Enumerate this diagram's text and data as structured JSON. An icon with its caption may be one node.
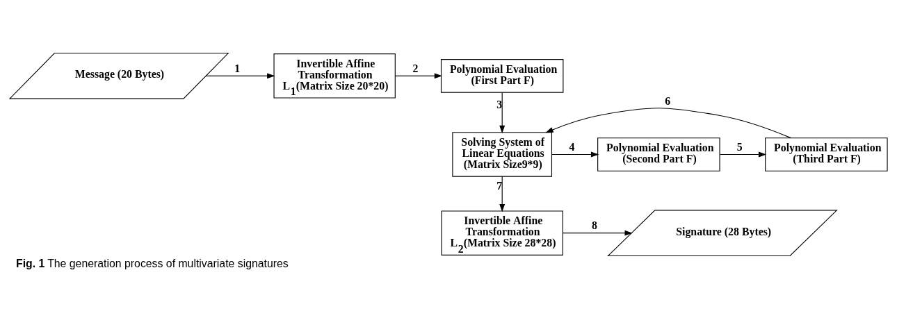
{
  "diagram": {
    "caption": "**Fig. 1** The generation process of multivariate signatures",
    "nodes": [
      {
        "text": [
          "Message (20 Bytes)"
        ]
      },
      {
        "text": [
          "Invertible Affine Transformation L$_{1}$(Matrix Size 20*20)"
        ]
      },
      {
        "text": [
          "Polynomial Evaluation (First Part F)"
        ]
      },
      {
        "text": [
          "Solving System of Linear Equations (Matrix Size9*9)"
        ]
      },
      {
        "text": [
          "Polynomial Evaluation (Second Part F)"
        ]
      },
      {
        "text": [
          "Polynomial Evaluation (Third Part F)"
        ]
      },
      {
        "text": [
          "Invertible Affine Transformation L$_{2}$(Matrix Size 28*28)"
        ]
      },
      {
        "text": [
          "Signature (28 Bytes)"
        ]
      }
    ],
    "edges": [
      {
        "from": 0,
        "to": 1,
        "arrow": "to",
        "label": "1"
      },
      {
        "from": 1,
        "to": 2,
        "arrow": "to",
        "label": "2"
      },
      {
        "from": 2,
        "to": 3,
        "arrow": "to",
        "label": "3"
      },
      {
        "from": 3,
        "to": 4,
        "arrow": "to",
        "label": "4"
      },
      {
        "from": 4,
        "to": 5,
        "arrow": "to",
        "label": "5"
      },
      {
        "from": 5,
        "to": 3,
        "arrow": "to",
        "label": "6"
      },
      {
        "from": 3,
        "to": 6,
        "arrow": "to",
        "label": "7"
      },
      {
        "from": 6,
        "to": 7,
        "arrow": "to",
        "label": "8"
      }
    ]
  }
}
